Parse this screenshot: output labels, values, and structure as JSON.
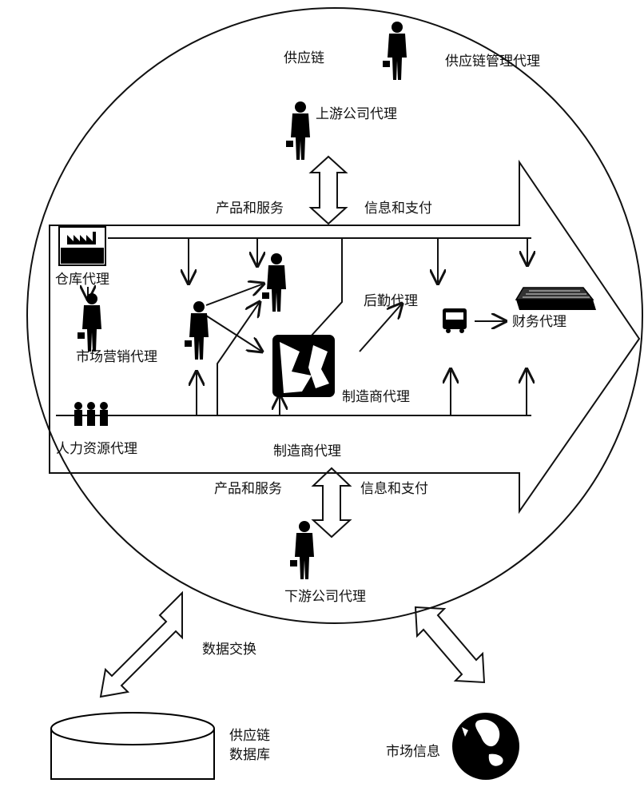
{
  "labels": {
    "supply_chain": "供应链",
    "scm_agent": "供应链管理代理",
    "upstream_agent": "上游公司代理",
    "products_services_top": "产品和服务",
    "info_payment_top": "信息和支付",
    "warehouse_agent": "仓库代理",
    "marketing_agent": "市场营销代理",
    "logistics_agent": "后勤代理",
    "finance_agent": "财务代理",
    "factory_agent": "制造商代理",
    "hr_agent": "人力资源代理",
    "manufacturer_agent": "制造商代理",
    "products_services_bottom": "产品和服务",
    "info_payment_bottom": "信息和支付",
    "downstream_agent": "下游公司代理",
    "data_exchange": "数据交换",
    "db_line1": "供应链",
    "db_line2": "数据库",
    "market_info": "市场信息"
  },
  "icons": [
    "person-icon",
    "factory-icon",
    "bus-icon",
    "computer-icon",
    "globe-icon",
    "database-icon",
    "team-icon",
    "factory-worker-icon"
  ]
}
